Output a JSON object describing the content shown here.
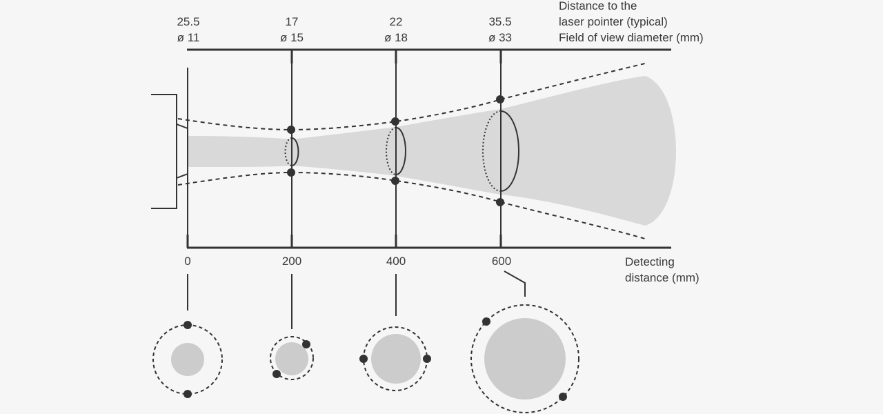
{
  "legend": {
    "line1": "Distance to the",
    "line2": "laser pointer (typical)",
    "line3": "Field of view diameter (mm)"
  },
  "x_axis": {
    "label_line1": "Detecting",
    "label_line2": "distance (mm)"
  },
  "stations": [
    {
      "distance": "0",
      "laser_distance": "25.5",
      "fov": "ø 11"
    },
    {
      "distance": "200",
      "laser_distance": "17",
      "fov": "ø 15"
    },
    {
      "distance": "400",
      "laser_distance": "22",
      "fov": "ø 18"
    },
    {
      "distance": "600",
      "laser_distance": "35.5",
      "fov": "ø 33"
    }
  ],
  "colors": {
    "beam": "#d9d9d9",
    "spot": "#cccccc",
    "line": "#333333",
    "background": "#f6f6f6"
  }
}
